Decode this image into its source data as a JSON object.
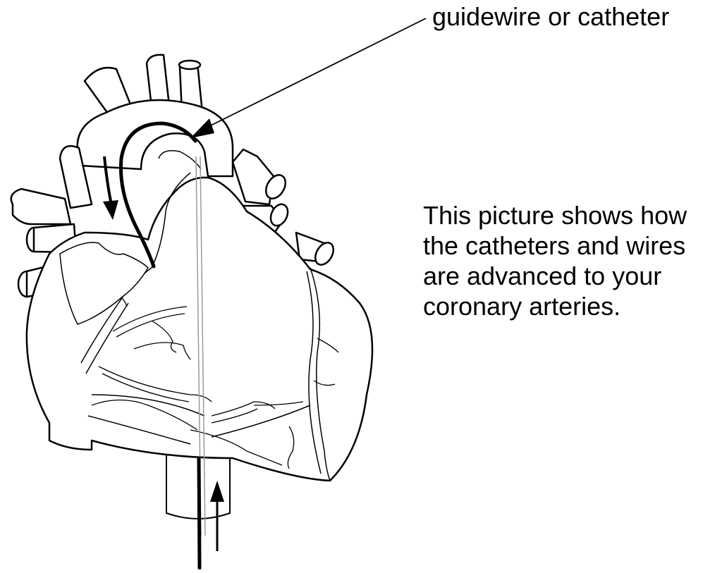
{
  "diagram": {
    "subject": "heart with coronary arteries",
    "callout_label": "guidewire or catheter",
    "caption_lines": [
      "This picture shows how",
      "the catheters and wires",
      "are advanced to your",
      "coronary arteries."
    ],
    "colors": {
      "ink": "#000000",
      "background": "#ffffff",
      "wire": "#9a9a9a"
    },
    "icons": [
      "callout-arrow-icon",
      "flow-arrow-down-icon",
      "flow-arrow-up-icon"
    ]
  }
}
